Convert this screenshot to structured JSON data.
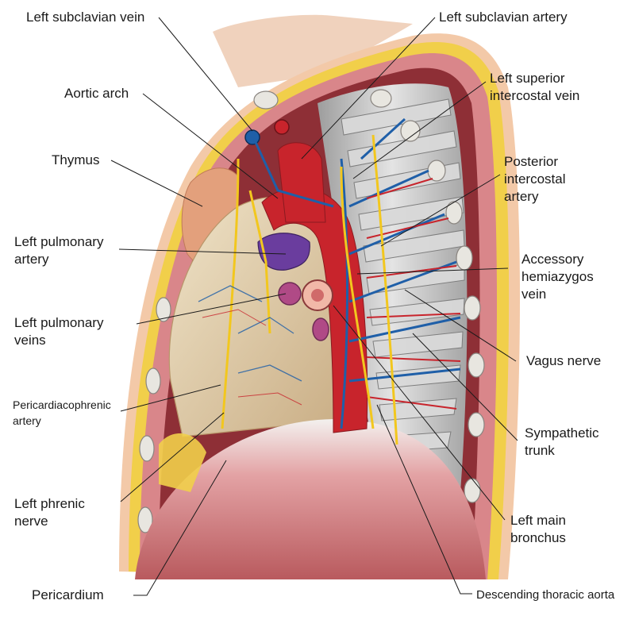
{
  "labels": {
    "left_subclavian_vein": "Left subclavian vein",
    "aortic_arch": "Aortic arch",
    "thymus": "Thymus",
    "left_pulmonary_artery": [
      "Left pulmonary",
      "artery"
    ],
    "left_pulmonary_veins": [
      "Left pulmonary",
      "veins"
    ],
    "pericardiacophrenic_artery": [
      "Pericardiacophrenic",
      "artery"
    ],
    "left_phrenic_nerve": [
      "Left phrenic",
      "nerve"
    ],
    "pericardium": "Pericardium",
    "left_subclavian_artery": "Left subclavian artery",
    "left_superior_intercostal_vein": [
      "Left superior",
      "intercostal vein"
    ],
    "posterior_intercostal_artery": [
      "Posterior",
      "intercostal",
      "artery"
    ],
    "accessory_hemiazygos_vein": [
      "Accessory",
      "hemiazygos",
      "vein"
    ],
    "vagus_nerve": "Vagus nerve",
    "sympathetic_trunk": [
      "Sympathetic",
      "trunk"
    ],
    "left_main_bronchus": [
      "Left main",
      "bronchus"
    ],
    "descending_thoracic_aorta": "Descending thoracic aorta"
  },
  "colors": {
    "artery": "#c8242c",
    "vein": "#1f5fa8",
    "nerve": "#f2c71e",
    "muscle": "#d9868a",
    "fat": "#f1cf4a",
    "pericardium": "#e6d6b6",
    "pulmonary_artery": "#6a3d9e",
    "rib": "#e8e6e0"
  }
}
